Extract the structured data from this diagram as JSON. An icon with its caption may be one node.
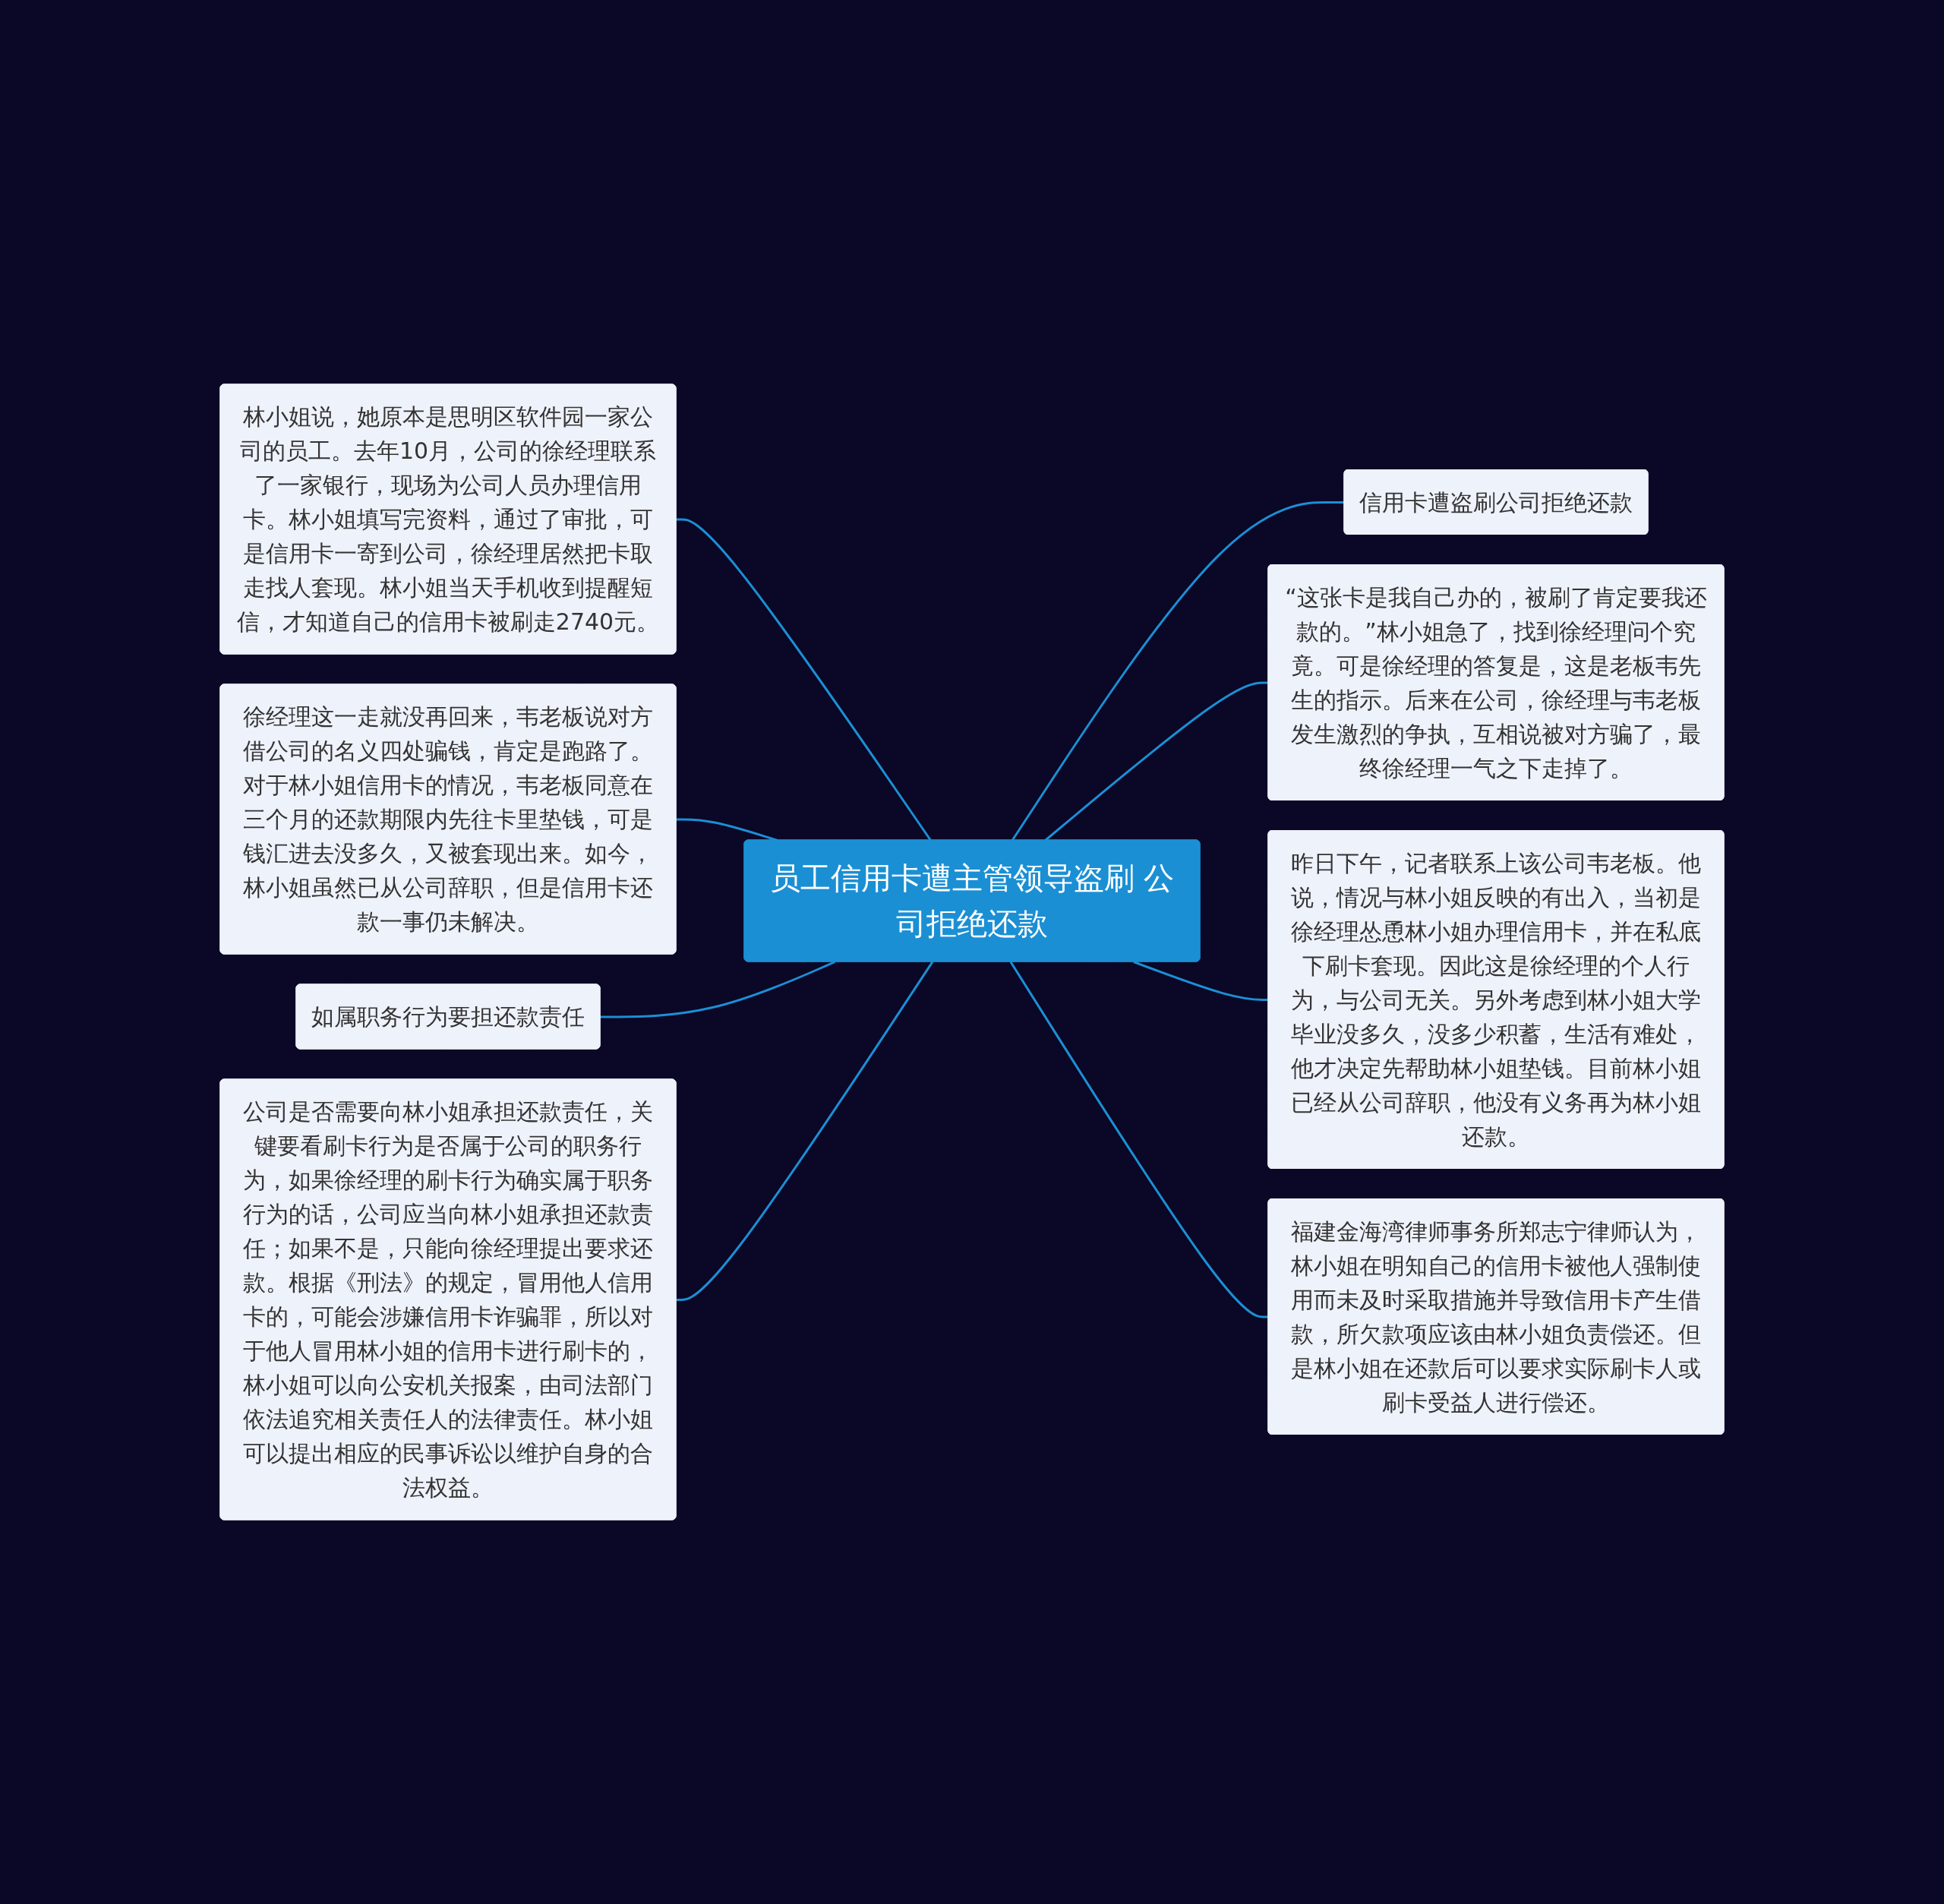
{
  "diagram": {
    "nodes": [
      {
        "text": [
          "员工信用卡遭主管领导盗刷 公司拒绝还款"
        ]
      },
      {
        "text": [
          "林小姐说，她原本是思明区软件园一家公司的员工。去年10月，公司的徐经理联系了一家银行，现场为公司人员办理信用卡。林小姐填写完资料，通过了审批，可是信用卡一寄到公司，徐经理居然把卡取走找人套现。林小姐当天手机收到提醒短信，才知道自己的信用卡被刷走2740元。"
        ]
      },
      {
        "text": [
          "徐经理这一走就没再回来，韦老板说对方借公司的名义四处骗钱，肯定是跑路了。对于林小姐信用卡的情况，韦老板同意在三个月的还款期限内先往卡里垫钱，可是钱汇进去没多久，又被套现出来。如今，林小姐虽然已从公司辞职，但是信用卡还款一事仍未解决。"
        ]
      },
      {
        "text": [
          "如属职务行为要担还款责任"
        ]
      },
      {
        "text": [
          "公司是否需要向林小姐承担还款责任，关键要看刷卡行为是否属于公司的职务行为，如果徐经理的刷卡行为确实属于职务行为的话，公司应当向林小姐承担还款责任；如果不是，只能向徐经理提出要求还款。根据《刑法》的规定，冒用他人信用卡的，可能会涉嫌信用卡诈骗罪，所以对于他人冒用林小姐的信用卡进行刷卡的，林小姐可以向公安机关报案，由司法部门依法追究相关责任人的法律责任。林小姐可以提出相应的民事诉讼以维护自身的合法权益。"
        ]
      },
      {
        "text": [
          "信用卡遭盗刷公司拒绝还款"
        ]
      },
      {
        "text": [
          "“这张卡是我自己办的，被刷了肯定要我还款的。”林小姐急了，找到徐经理问个究竟。可是徐经理的答复是，这是老板韦先生的指示。后来在公司，徐经理与韦老板发生激烈的争执，互相说被对方骗了，最终徐经理一气之下走掉了。"
        ]
      },
      {
        "text": [
          "昨日下午，记者联系上该公司韦老板。他说，情况与林小姐反映的有出入，当初是徐经理怂恿林小姐办理信用卡，并在私底下刷卡套现。因此这是徐经理的个人行为，与公司无关。另外考虑到林小姐大学毕业没多久，没多少积蓄，生活有难处，他才决定先帮助林小姐垫钱。目前林小姐已经从公司辞职，他没有义务再为林小姐还款。"
        ]
      },
      {
        "text": [
          "福建金海湾律师事务所郑志宁律师认为，林小姐在明知自己的信用卡被他人强制使用而未及时采取措施并导致信用卡产生借款，所欠款项应该由林小姐负责偿还。但是林小姐在还款后可以要求实际刷卡人或刷卡受益人进行偿还。"
        ]
      }
    ],
    "edges": [
      {
        "from": 0,
        "to": 1,
        "arrow": "none"
      },
      {
        "from": 0,
        "to": 2,
        "arrow": "none"
      },
      {
        "from": 0,
        "to": 3,
        "arrow": "none"
      },
      {
        "from": 0,
        "to": 4,
        "arrow": "none"
      },
      {
        "from": 0,
        "to": 5,
        "arrow": "none"
      },
      {
        "from": 0,
        "to": 6,
        "arrow": "none"
      },
      {
        "from": 0,
        "to": 7,
        "arrow": "none"
      },
      {
        "from": 0,
        "to": 8,
        "arrow": "none"
      }
    ]
  }
}
